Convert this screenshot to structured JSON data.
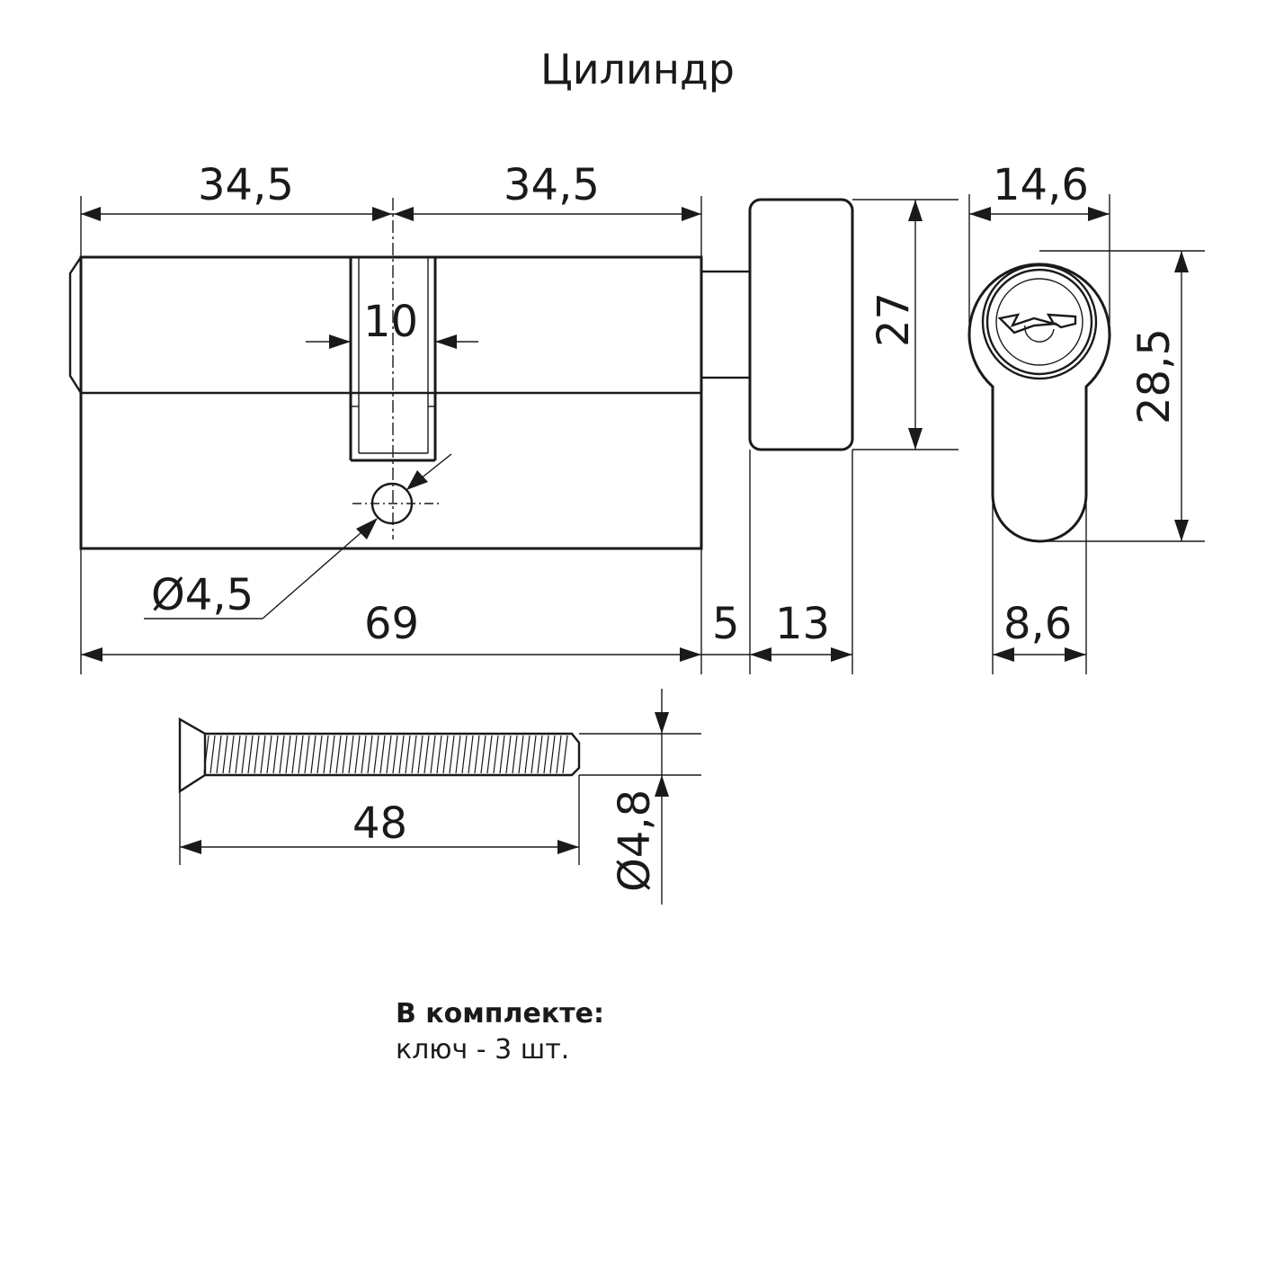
{
  "title": "Цилиндр",
  "dimensions": {
    "left_half": "34,5",
    "right_half": "34,5",
    "cam_width": "10",
    "hole_diameter": "Ø4,5",
    "body_length": "69",
    "neck_length": "5",
    "knob_width": "13",
    "knob_height": "27",
    "profile_width": "14,6",
    "profile_height": "28,5",
    "profile_bottom_width": "8,6",
    "screw_length": "48",
    "screw_diameter": "Ø4,8"
  },
  "package": {
    "heading": "В комплекте:",
    "contents": "ключ - 3 шт."
  }
}
